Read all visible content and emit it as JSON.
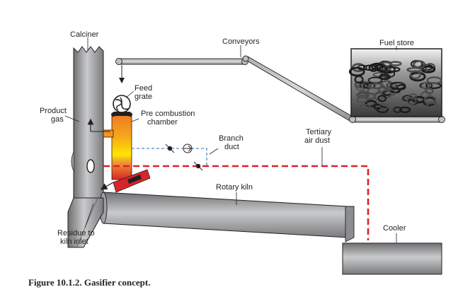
{
  "labels": {
    "calciner": "Calciner",
    "conveyors": "Conveyors",
    "fuel_store": "Fuel store",
    "feed": "Feed",
    "grate": "grate",
    "product": "Product",
    "gas": "gas",
    "pre_combustion": "Pre combustion",
    "chamber": "chamber",
    "branch": "Branch",
    "duct": "duct",
    "tertiary": "Tertiary",
    "air_dust": "air dust",
    "rotary_kiln": "Rotary kiln",
    "cooler": "Cooler",
    "residue_to": "Residue to",
    "kiln_inlet": "kiln inlet"
  },
  "caption": "Figure 10.1.2. Gasifier concept.",
  "colors": {
    "pipe_dark": "#7d7e80",
    "pipe_light": "#c6c7c9",
    "chamber_top": "#ee7a22",
    "chamber_mid": "#ffe600",
    "chamber_bottom": "#d9252a",
    "tertiary_duct": "#e31e24",
    "branch_duct": "#2a6fb5",
    "outline": "#231f20"
  }
}
